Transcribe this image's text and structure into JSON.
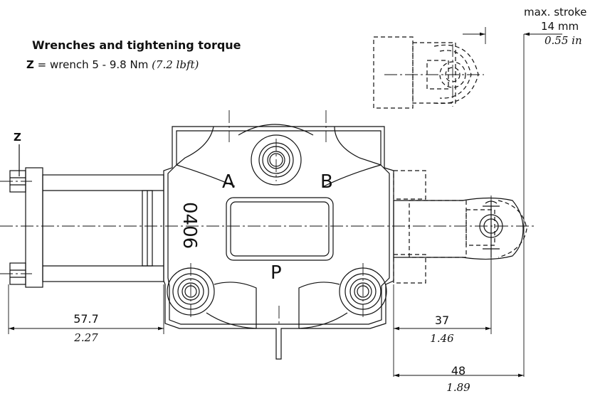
{
  "header": {
    "title": "Wrenches and tightening torque",
    "wrench_key": "Z",
    "wrench_sep": " = wrench 5 - 9.8 Nm ",
    "wrench_imperial": "(7.2 lbft)"
  },
  "labels": {
    "z_marker": "Z",
    "port_a": "A",
    "port_b": "B",
    "port_p": "P",
    "body_code": "0406"
  },
  "stroke": {
    "label": "max. stroke",
    "metric": "14 mm",
    "imperial": "0.55 in"
  },
  "dimensions": {
    "left_metric": "57.7",
    "left_imperial": "2.27",
    "mid_metric": "37",
    "mid_imperial": "1.46",
    "bottom_metric": "48",
    "bottom_imperial": "1.89"
  },
  "colors": {
    "line": "#111111",
    "background": "#ffffff"
  }
}
